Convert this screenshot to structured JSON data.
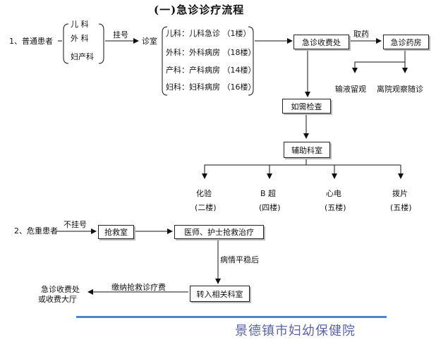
{
  "title": "(一)急诊诊疗流程",
  "section1": {
    "label": "1、普通患者",
    "departments": [
      "儿 科",
      "外 科",
      "妇产科"
    ],
    "register": "挂号",
    "clinic_label": "诊室",
    "clinics": [
      "儿科：儿科急诊 （1楼）",
      "外科：外科病房 （18楼）",
      "产科：产科病房 （14楼）",
      "妇科：妇科病房 （16楼）"
    ],
    "cashier": "急诊收费处",
    "get_medicine": "取药",
    "pharmacy": "急诊药房",
    "pharmacy_outcomes": [
      "输液留观",
      "离院观察随诊"
    ],
    "exam": "如需检查",
    "aux_dept": "辅助科室",
    "aux_items": [
      {
        "name": "化验",
        "floor": "(二楼)"
      },
      {
        "name": "B 超",
        "floor": "(四楼)"
      },
      {
        "name": "心电",
        "floor": "(五楼)"
      },
      {
        "name": "拨片",
        "floor": "(五楼)"
      }
    ]
  },
  "section2": {
    "label": "2、危重患者",
    "no_register": "不挂号",
    "rescue_room": "抢救室",
    "treatment": "医师、护士抢救治疗",
    "stable": "病情平稳后",
    "transfer": "转入相关科室",
    "pay": "缴纳抢救诊疗费",
    "destination_line1": "急诊收费处",
    "destination_line2": "或收费大厅"
  },
  "footer": "景德镇市妇幼保健院"
}
